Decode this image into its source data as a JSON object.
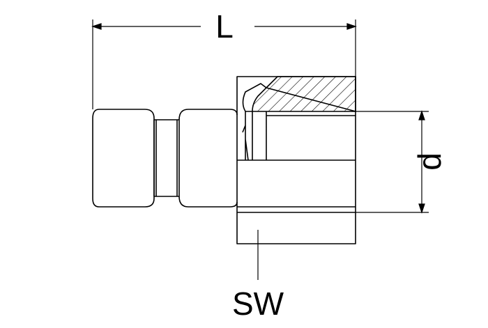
{
  "dimensions": {
    "length_label": "L",
    "diameter_label": "d",
    "wrench_size_label": "SW"
  },
  "colors": {
    "line": "#000000",
    "background": "#ffffff"
  }
}
